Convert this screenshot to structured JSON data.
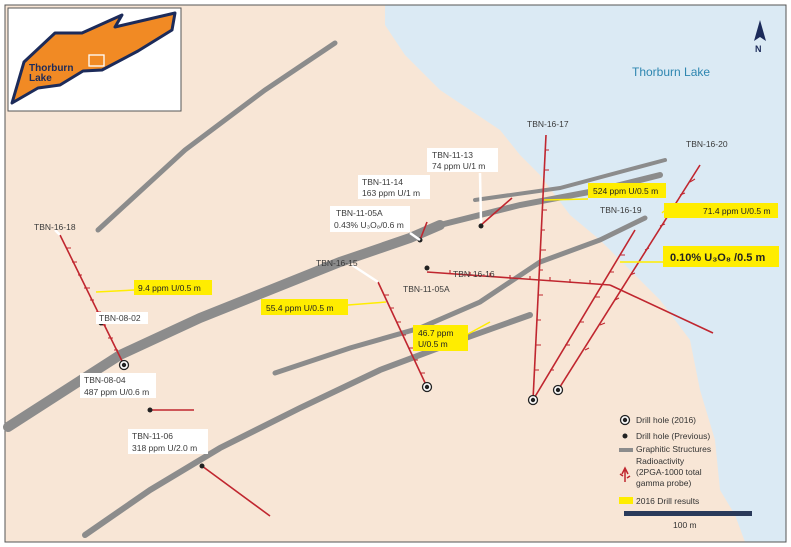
{
  "map": {
    "lake_name": "Thorburn Lake",
    "north_label": "N",
    "inset": {
      "label_line1": "Thorburn",
      "label_line2": "Lake"
    },
    "scale_bar_label": "100 m",
    "colors": {
      "land": "#f8e6d6",
      "lake": "#dbeaf4",
      "structure": "#8c8c8c",
      "radio": "#c0262f",
      "highlight": "#ffed00",
      "inset_fill": "#f18a24",
      "inset_outline": "#1c2b5a"
    }
  },
  "drillholes": [
    {
      "id": "TBN-16-17",
      "label": "TBN-16-17",
      "type": "2016"
    },
    {
      "id": "TBN-16-20",
      "label": "TBN-16-20",
      "type": "2016"
    },
    {
      "id": "TBN-16-19",
      "label": "TBN-16-19",
      "type": "2016"
    },
    {
      "id": "TBN-16-18",
      "label": "TBN-16-18",
      "type": "2016"
    },
    {
      "id": "TBN-16-15",
      "label": "TBN-16-15",
      "type": "2016"
    },
    {
      "id": "TBN-16-16",
      "label": "TBN-16-16",
      "type": "2016"
    },
    {
      "id": "TBN-11-13",
      "label": "TBN-11-13",
      "detail": "74 ppm U/1 m",
      "type": "previous"
    },
    {
      "id": "TBN-11-14",
      "label": "TBN-11-14",
      "detail": "163 ppm U/1 m",
      "type": "previous"
    },
    {
      "id": "TBN-11-05A-a",
      "label": "TBN-11-05A",
      "detail": "0.43% U₃O₈/0.6 m",
      "type": "previous"
    },
    {
      "id": "TBN-11-05A-b",
      "label": "TBN-11-05A",
      "type": "previous"
    },
    {
      "id": "TBN-08-02",
      "label": "TBN-08-02",
      "type": "previous"
    },
    {
      "id": "TBN-08-04",
      "label": "TBN-08-04",
      "detail": "487 ppm U/0.6 m",
      "type": "previous"
    },
    {
      "id": "TBN-11-06",
      "label": "TBN-11-06",
      "detail": "318 ppm U/2.0 m",
      "type": "previous"
    }
  ],
  "results_2016": [
    {
      "for": "TBN-16-17",
      "text": "524 ppm U/0.5 m"
    },
    {
      "for": "TBN-16-20",
      "text": "71.4 ppm U/0.5 m"
    },
    {
      "for": "TBN-16-19",
      "text": "0.10% U₃O₈ /0.5 m"
    },
    {
      "for": "TBN-16-18",
      "text": "9.4 ppm U/0.5 m"
    },
    {
      "for": "TBN-16-15",
      "text": "55.4 ppm U/0.5 m"
    },
    {
      "for": "TBN-16-16",
      "text_line1": "46.7 ppm",
      "text_line2": "U/0.5 m"
    }
  ],
  "legend": {
    "drill_2016": "Drill hole (2016)",
    "drill_prev": "Drill hole (Previous)",
    "structures_line1": "Graphitic Structures",
    "radio_line1": "Radioactivity",
    "radio_line2": "(2PGA-1000 total",
    "radio_line3": "gamma probe)",
    "results": "2016 Drill results"
  }
}
